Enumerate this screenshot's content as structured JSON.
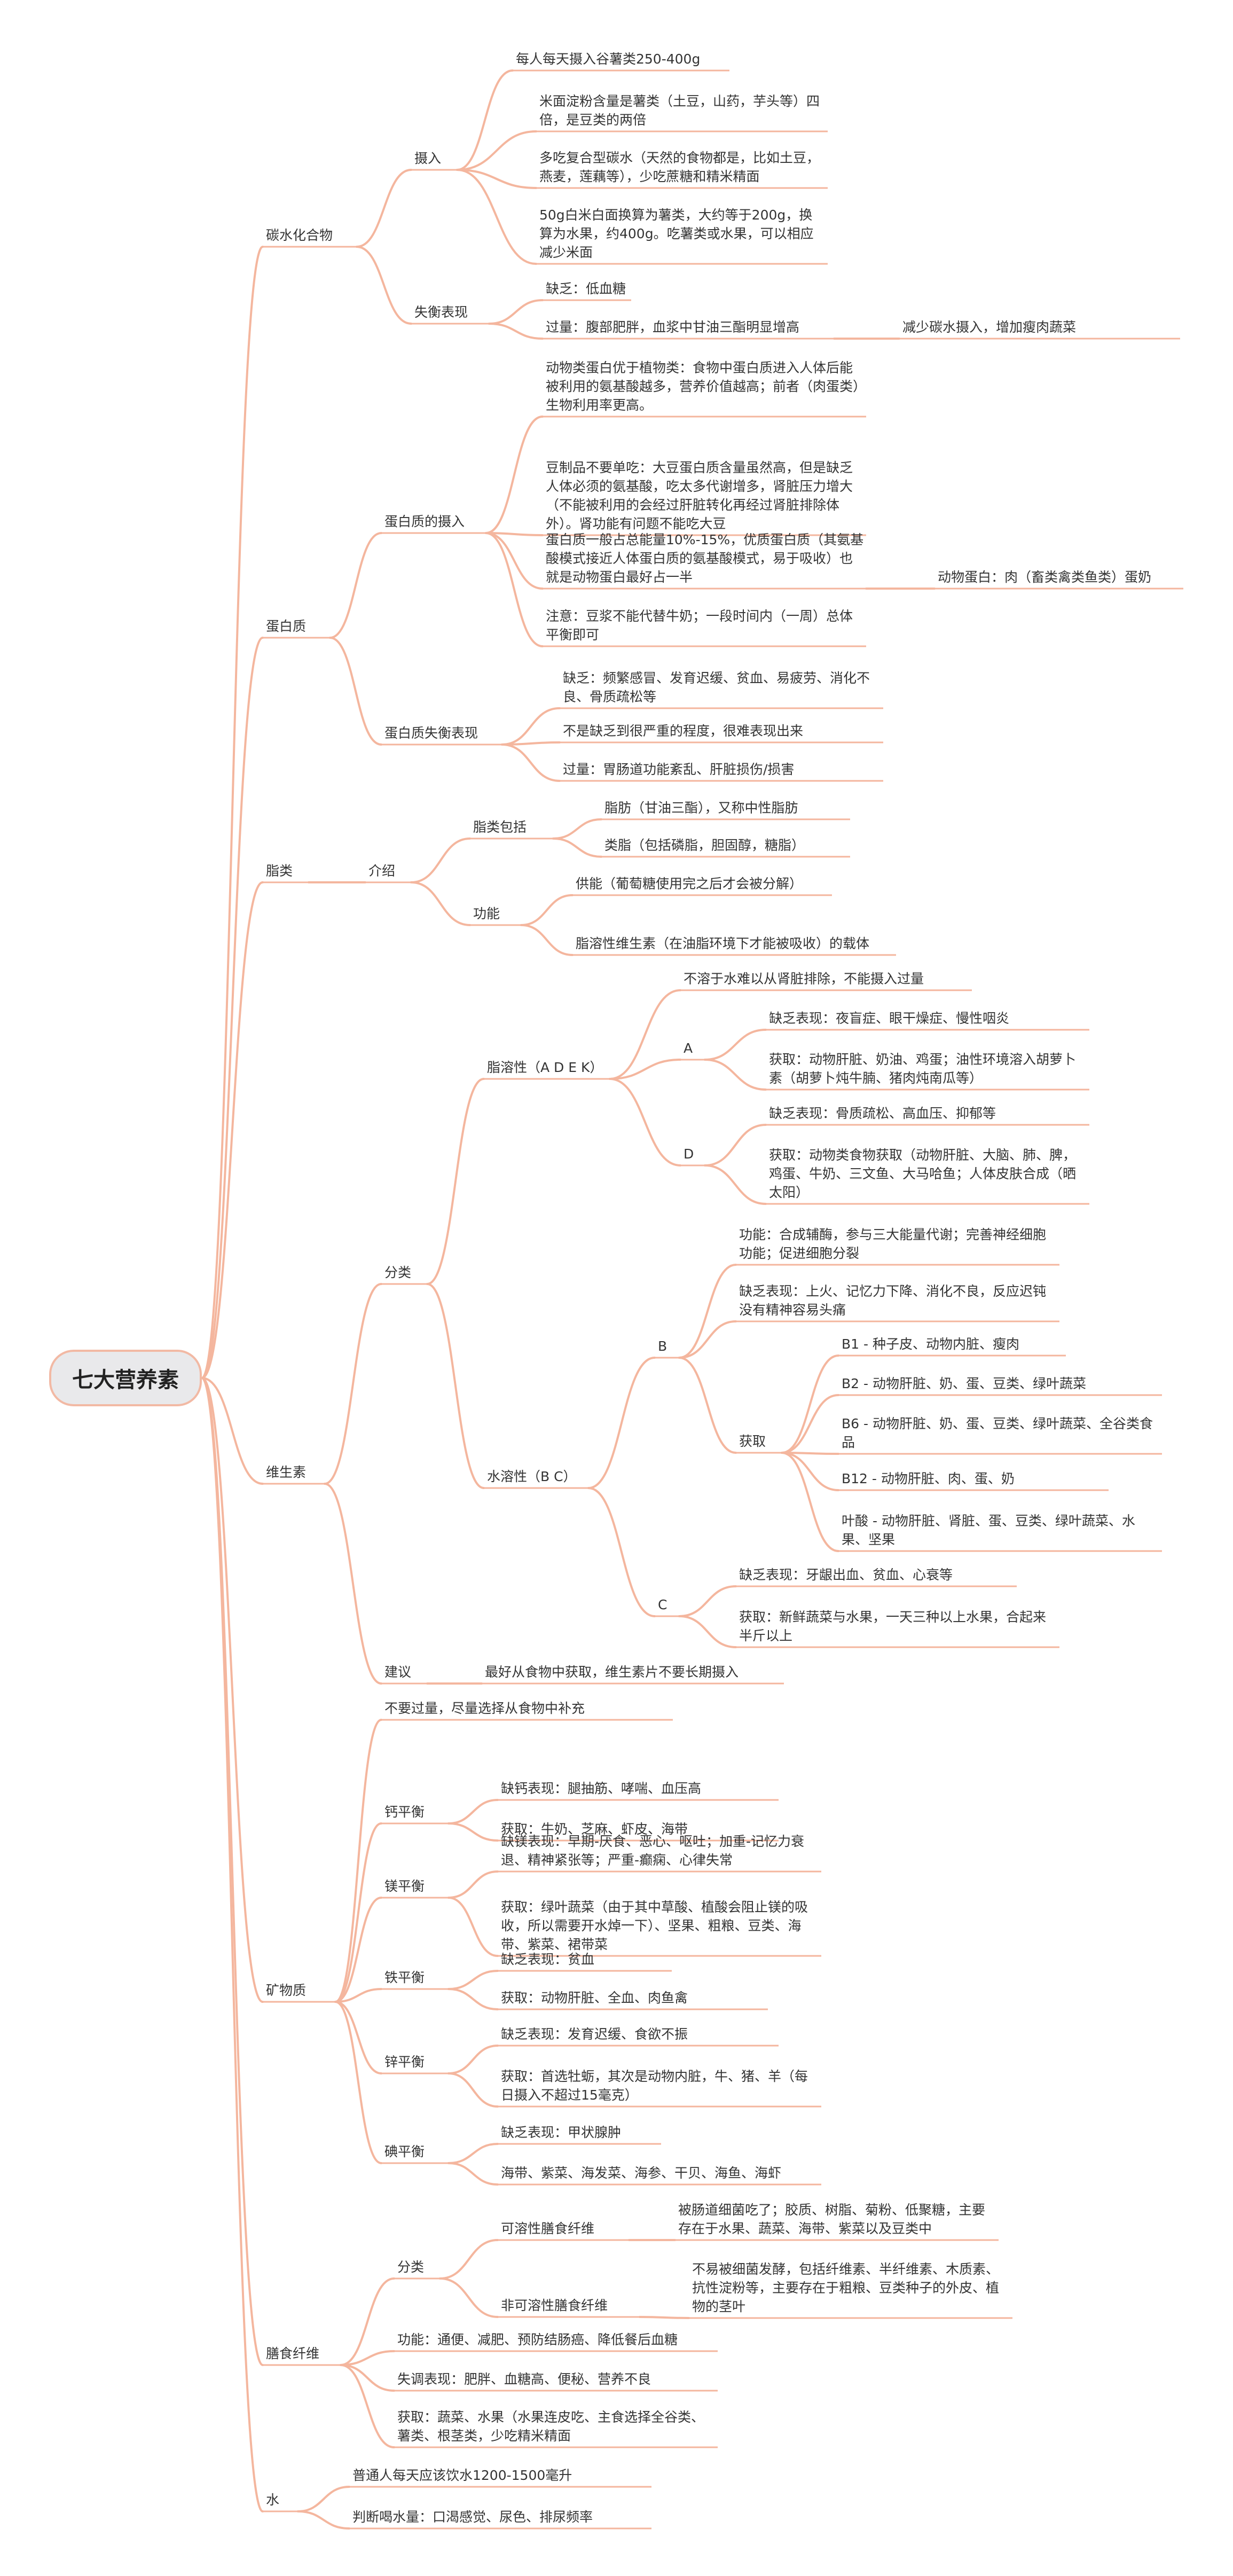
{
  "root": "七大营养素",
  "colors": {
    "link": "#f4b69e",
    "root_fill": "#e9e9eb",
    "root_border": "#f2b9a4",
    "text": "#333333"
  },
  "nodes": [
    {
      "id": "c",
      "p": "root",
      "t": "碳水化合物"
    },
    {
      "id": "c1",
      "p": "c",
      "t": "摄入"
    },
    {
      "id": "c1a",
      "p": "c1",
      "t": "每人每天摄入谷薯类250-400g"
    },
    {
      "id": "c1b",
      "p": "c1",
      "t": "米面淀粉含量是薯类（土豆，山药，芋头等）四倍，是豆类的两倍"
    },
    {
      "id": "c1c",
      "p": "c1",
      "t": "多吃复合型碳水（天然的食物都是，比如土豆，燕麦，莲藕等），少吃蔗糖和精米精面"
    },
    {
      "id": "c1d",
      "p": "c1",
      "t": "50g白米白面换算为薯类，大约等于200g，换算为水果，约400g。吃薯类或水果，可以相应减少米面"
    },
    {
      "id": "c2",
      "p": "c",
      "t": "失衡表现"
    },
    {
      "id": "c2a",
      "p": "c2",
      "t": "缺乏：低血糖"
    },
    {
      "id": "c2b",
      "p": "c2",
      "t": "过量：腹部肥胖，血浆中甘油三酯明显增高"
    },
    {
      "id": "c2b1",
      "p": "c2b",
      "t": "减少碳水摄入，增加瘦肉蔬菜"
    },
    {
      "id": "p",
      "p": "root",
      "t": "蛋白质"
    },
    {
      "id": "p1",
      "p": "p",
      "t": "蛋白质的摄入"
    },
    {
      "id": "p1a",
      "p": "p1",
      "t": "动物类蛋白优于植物类：食物中蛋白质进入人体后能被利用的氨基酸越多，营养价值越高；前者（肉蛋类）生物利用率更高。"
    },
    {
      "id": "p1b",
      "p": "p1",
      "t": "豆制品不要单吃：大豆蛋白质含量虽然高，但是缺乏人体必须的氨基酸，吃太多代谢增多，肾脏压力增大（不能被利用的会经过肝脏转化再经过肾脏排除体外）。肾功能有问题不能吃大豆"
    },
    {
      "id": "p1c",
      "p": "p1",
      "t": "蛋白质一般占总能量10%-15%，优质蛋白质（其氨基酸模式接近人体蛋白质的氨基酸模式，易于吸收）也就是动物蛋白最好占一半"
    },
    {
      "id": "p1c1",
      "p": "p1c",
      "t": "动物蛋白：肉（畜类禽类鱼类）蛋奶"
    },
    {
      "id": "p1d",
      "p": "p1",
      "t": "注意：豆浆不能代替牛奶；一段时间内（一周）总体平衡即可"
    },
    {
      "id": "p2",
      "p": "p",
      "t": "蛋白质失衡表现"
    },
    {
      "id": "p2a",
      "p": "p2",
      "t": "缺乏：频繁感冒、发育迟缓、贫血、易疲劳、消化不良、骨质疏松等"
    },
    {
      "id": "p2b",
      "p": "p2",
      "t": "不是缺乏到很严重的程度，很难表现出来"
    },
    {
      "id": "p2c",
      "p": "p2",
      "t": "过量：胃肠道功能紊乱、肝脏损伤/损害"
    },
    {
      "id": "f",
      "p": "root",
      "t": "脂类"
    },
    {
      "id": "f1",
      "p": "f",
      "t": "介绍"
    },
    {
      "id": "f1a",
      "p": "f1",
      "t": "脂类包括"
    },
    {
      "id": "f1a1",
      "p": "f1a",
      "t": "脂肪（甘油三酯），又称中性脂肪"
    },
    {
      "id": "f1a2",
      "p": "f1a",
      "t": "类脂（包括磷脂，胆固醇，糖脂）"
    },
    {
      "id": "f1b",
      "p": "f1",
      "t": "功能"
    },
    {
      "id": "f1b1",
      "p": "f1b",
      "t": "供能（葡萄糖使用完之后才会被分解）"
    },
    {
      "id": "f1b2",
      "p": "f1b",
      "t": "脂溶性维生素（在油脂环境下才能被吸收）的载体"
    },
    {
      "id": "v",
      "p": "root",
      "t": "维生素"
    },
    {
      "id": "v1",
      "p": "v",
      "t": "分类"
    },
    {
      "id": "v1a",
      "p": "v1",
      "t": "脂溶性（A D E K）"
    },
    {
      "id": "v1a0",
      "p": "v1a",
      "t": "不溶于水难以从肾脏排除，不能摄入过量"
    },
    {
      "id": "v1aA",
      "p": "v1a",
      "t": "A"
    },
    {
      "id": "v1aA1",
      "p": "v1aA",
      "t": "缺乏表现：夜盲症、眼干燥症、慢性咽炎"
    },
    {
      "id": "v1aA2",
      "p": "v1aA",
      "t": "获取：动物肝脏、奶油、鸡蛋；油性环境溶入胡萝卜素（胡萝卜炖牛腩、猪肉炖南瓜等）"
    },
    {
      "id": "v1aD",
      "p": "v1a",
      "t": "D"
    },
    {
      "id": "v1aD1",
      "p": "v1aD",
      "t": "缺乏表现：骨质疏松、高血压、抑郁等"
    },
    {
      "id": "v1aD2",
      "p": "v1aD",
      "t": "获取：动物类食物获取（动物肝脏、大脑、肺、脾，鸡蛋、牛奶、三文鱼、大马哈鱼；人体皮肤合成（晒太阳）"
    },
    {
      "id": "v1b",
      "p": "v1",
      "t": "水溶性（B C）"
    },
    {
      "id": "v1bB",
      "p": "v1b",
      "t": "B"
    },
    {
      "id": "v1bB1",
      "p": "v1bB",
      "t": "功能：合成辅酶，参与三大能量代谢；完善神经细胞功能；促进细胞分裂"
    },
    {
      "id": "v1bB2",
      "p": "v1bB",
      "t": "缺乏表现：上火、记忆力下降、消化不良，反应迟钝没有精神容易头痛"
    },
    {
      "id": "v1bB3",
      "p": "v1bB",
      "t": "获取"
    },
    {
      "id": "v1bB3a",
      "p": "v1bB3",
      "t": "B1 - 种子皮、动物内脏、瘦肉"
    },
    {
      "id": "v1bB3b",
      "p": "v1bB3",
      "t": "B2 - 动物肝脏、奶、蛋、豆类、绿叶蔬菜"
    },
    {
      "id": "v1bB3c",
      "p": "v1bB3",
      "t": "B6 - 动物肝脏、奶、蛋、豆类、绿叶蔬菜、全谷类食品"
    },
    {
      "id": "v1bB3d",
      "p": "v1bB3",
      "t": "B12 - 动物肝脏、肉、蛋、奶"
    },
    {
      "id": "v1bB3e",
      "p": "v1bB3",
      "t": "叶酸 - 动物肝脏、肾脏、蛋、豆类、绿叶蔬菜、水果、坚果"
    },
    {
      "id": "v1bC",
      "p": "v1b",
      "t": "C"
    },
    {
      "id": "v1bC1",
      "p": "v1bC",
      "t": "缺乏表现：牙龈出血、贫血、心衰等"
    },
    {
      "id": "v1bC2",
      "p": "v1bC",
      "t": "获取：新鲜蔬菜与水果，一天三种以上水果，合起来半斤以上"
    },
    {
      "id": "v2",
      "p": "v",
      "t": "建议"
    },
    {
      "id": "v2a",
      "p": "v2",
      "t": "最好从食物中获取，维生素片不要长期摄入"
    },
    {
      "id": "m",
      "p": "root",
      "t": "矿物质"
    },
    {
      "id": "m0",
      "p": "m",
      "t": "不要过量，尽量选择从食物中补充"
    },
    {
      "id": "m1",
      "p": "m",
      "t": "钙平衡"
    },
    {
      "id": "m1a",
      "p": "m1",
      "t": "缺钙表现：腿抽筋、哮喘、血压高"
    },
    {
      "id": "m1b",
      "p": "m1",
      "t": "获取：牛奶、芝麻、虾皮、海带"
    },
    {
      "id": "m2",
      "p": "m",
      "t": "镁平衡"
    },
    {
      "id": "m2a",
      "p": "m2",
      "t": "缺镁表现：早期-厌食、恶心、呕吐；加重-记忆力衰退、精神紧张等；严重-癫痫、心律失常"
    },
    {
      "id": "m2b",
      "p": "m2",
      "t": "获取：绿叶蔬菜（由于其中草酸、植酸会阻止镁的吸收，所以需要开水焯一下）、坚果、粗粮、豆类、海带、紫菜、裙带菜"
    },
    {
      "id": "m3",
      "p": "m",
      "t": "铁平衡"
    },
    {
      "id": "m3a",
      "p": "m3",
      "t": "缺乏表现：贫血"
    },
    {
      "id": "m3b",
      "p": "m3",
      "t": "获取：动物肝脏、全血、肉鱼禽"
    },
    {
      "id": "m4",
      "p": "m",
      "t": "锌平衡"
    },
    {
      "id": "m4a",
      "p": "m4",
      "t": "缺乏表现：发育迟缓、食欲不振"
    },
    {
      "id": "m4b",
      "p": "m4",
      "t": "获取：首选牡蛎，其次是动物内脏，牛、猪、羊（每日摄入不超过15毫克）"
    },
    {
      "id": "m5",
      "p": "m",
      "t": "碘平衡"
    },
    {
      "id": "m5a",
      "p": "m5",
      "t": "缺乏表现：甲状腺肿"
    },
    {
      "id": "m5b",
      "p": "m5",
      "t": "海带、紫菜、海发菜、海参、干贝、海鱼、海虾"
    },
    {
      "id": "d",
      "p": "root",
      "t": "膳食纤维"
    },
    {
      "id": "d1",
      "p": "d",
      "t": "分类"
    },
    {
      "id": "d1a",
      "p": "d1",
      "t": "可溶性膳食纤维"
    },
    {
      "id": "d1a1",
      "p": "d1a",
      "t": "被肠道细菌吃了；胶质、树脂、菊粉、低聚糖，主要存在于水果、蔬菜、海带、紫菜以及豆类中"
    },
    {
      "id": "d1b",
      "p": "d1",
      "t": "非可溶性膳食纤维"
    },
    {
      "id": "d1b1",
      "p": "d1b",
      "t": "不易被细菌发酵，包括纤维素、半纤维素、木质素、抗性淀粉等，主要存在于粗粮、豆类种子的外皮、植物的茎叶"
    },
    {
      "id": "d2",
      "p": "d",
      "t": "功能：通便、减肥、预防结肠癌、降低餐后血糖"
    },
    {
      "id": "d3",
      "p": "d",
      "t": "失调表现：肥胖、血糖高、便秘、营养不良"
    },
    {
      "id": "d4",
      "p": "d",
      "t": "获取：蔬菜、水果（水果连皮吃、主食选择全谷类、薯类、根茎类，少吃精米精面"
    },
    {
      "id": "w",
      "p": "root",
      "t": "水"
    },
    {
      "id": "w1",
      "p": "w",
      "t": "普通人每天应该饮水1200-1500毫升"
    },
    {
      "id": "w2",
      "p": "w",
      "t": "判断喝水量：口渴感觉、尿色、排尿频率"
    }
  ]
}
